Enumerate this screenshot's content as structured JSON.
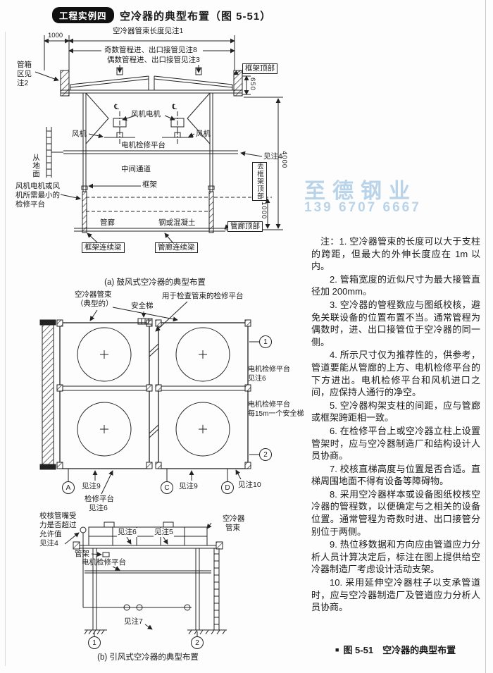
{
  "header": {
    "badge": "工程实例四",
    "title": "空冷器的典型布置（图 5-51）"
  },
  "colors": {
    "ink": "#1c1c1c",
    "watermark": "#a9c9e4",
    "badge_bg": "#111111"
  },
  "watermark": {
    "brand": "至德钢业",
    "phone": "139 6707 6667"
  },
  "diagram_a": {
    "caption": "(a) 鼓风式空冷器的典型布置",
    "labels": {
      "bundle_length": "空冷器管束长度见注1",
      "dim_1000_left": "1000",
      "odd_pass_nozzle": "奇数管程进、出口接管见注8",
      "even_pass_nozzle": "偶数管程进、出口接管见注3",
      "tube_box_zone": "管箱区见注2",
      "frame_top": "框架顶部",
      "dim_650": "650",
      "fan_motor": "风机电机",
      "centerline_left": "℄",
      "centerline_right": "℄",
      "fan_left": "风机",
      "fan_right": "风机",
      "motor_platform": "电机检修平台",
      "middle_passage": "中间通道",
      "from_ground": "从地面",
      "see_note4": "见注4",
      "frame": "框架",
      "min_platform": "风机电机或风机所需最小的检修平台",
      "pipe_rack": "管廊",
      "steel_or_concrete": "钢或混凝土",
      "pipe_rack_top": "管廊顶部",
      "frame_beam": "框架连续梁",
      "rack_beam": "管廊连续梁",
      "to_frame_top": "去框架顶部",
      "dim_1000_right": "1000",
      "dim_4000": "4000"
    }
  },
  "diagram_b": {
    "labels": {
      "bundle_line1": "空冷器管束",
      "bundle_line2": "（典型的）",
      "safety_ladder": "安全梯",
      "inspect_platform": "用于检查管束的检修平台",
      "motor_platform_1_line1": "电机检修平台",
      "motor_platform_1_line2": "见注6",
      "motor_platform_2_line1": "电机检修平台",
      "motor_platform_2_line2": "每15m一个安全梯",
      "see_note9_1": "见注9",
      "see_note9_2": "见注9",
      "see_note10": "见注10",
      "repair_platform_line1": "检修平台",
      "repair_platform_line2": "见注6"
    },
    "markers": {
      "col_a": "A",
      "col_c": "C",
      "col_d": "D",
      "row_1": "1",
      "row_2": "2"
    }
  },
  "diagram_c": {
    "caption": "(b) 引风式空冷器的典型布置",
    "labels": {
      "nozzle_check_line1": "校核管嘴受",
      "nozzle_check_line2": "力是否超过",
      "nozzle_check_line3": "允许值",
      "nozzle_check_line4": "见注4",
      "bundle_line1": "空冷器",
      "bundle_line2": "管束",
      "see_note6": "见注6",
      "see_note5": "见注5",
      "pipe_support": "管架",
      "motor_platform": "电机检修平台",
      "see_note7": "见注7"
    },
    "markers": {
      "col_1": "1",
      "col_2": "2"
    }
  },
  "notes": {
    "items": [
      "注：1. 空冷器管束的长度可以大于支柱的跨距，但最大的外伸长度应在 1m 以内。",
      "2. 管箱宽度的近似尺寸为最大接管直径加 200mm。",
      "3. 空冷器的管程数应与图纸校核，避免关联设备的位置布置不当。通常管程为偶数时，进、出口接管位于空冷器的同一侧。",
      "4. 所示尺寸仅为推荐性的，供参考，管道要能从管廊的上方、电机检修平台的下方进出。电机检修平台和风机进口之间，应保持人通行的净空。",
      "5. 空冷器构架支柱的间距，应与管廊或框架跨距相一致。",
      "6. 在检修平台上或空冷器立柱上设置管架时，应与空冷器制造厂和结构设计人员协商。",
      "7. 校核直梯高度与位置是否合适。直梯周围地面不得有设备等障碍物。",
      "8. 采用空冷器样本或设备图纸校核空冷器的管程数，以便确定与之相关的设备位置。通常管程为奇数时进、出口接管分别位于两侧。",
      "9. 热位移数据和方向应由管道应力分析人员计算决定后，标注在图上提供给空冷器制造厂考虑设计活动支架。",
      "10. 采用延伸空冷器柱子以支承管道时，应与空冷器制造厂及管道应力分析人员协商。"
    ]
  },
  "figure": {
    "marker": "■",
    "caption": "图 5-51　空冷器的典型布置"
  }
}
